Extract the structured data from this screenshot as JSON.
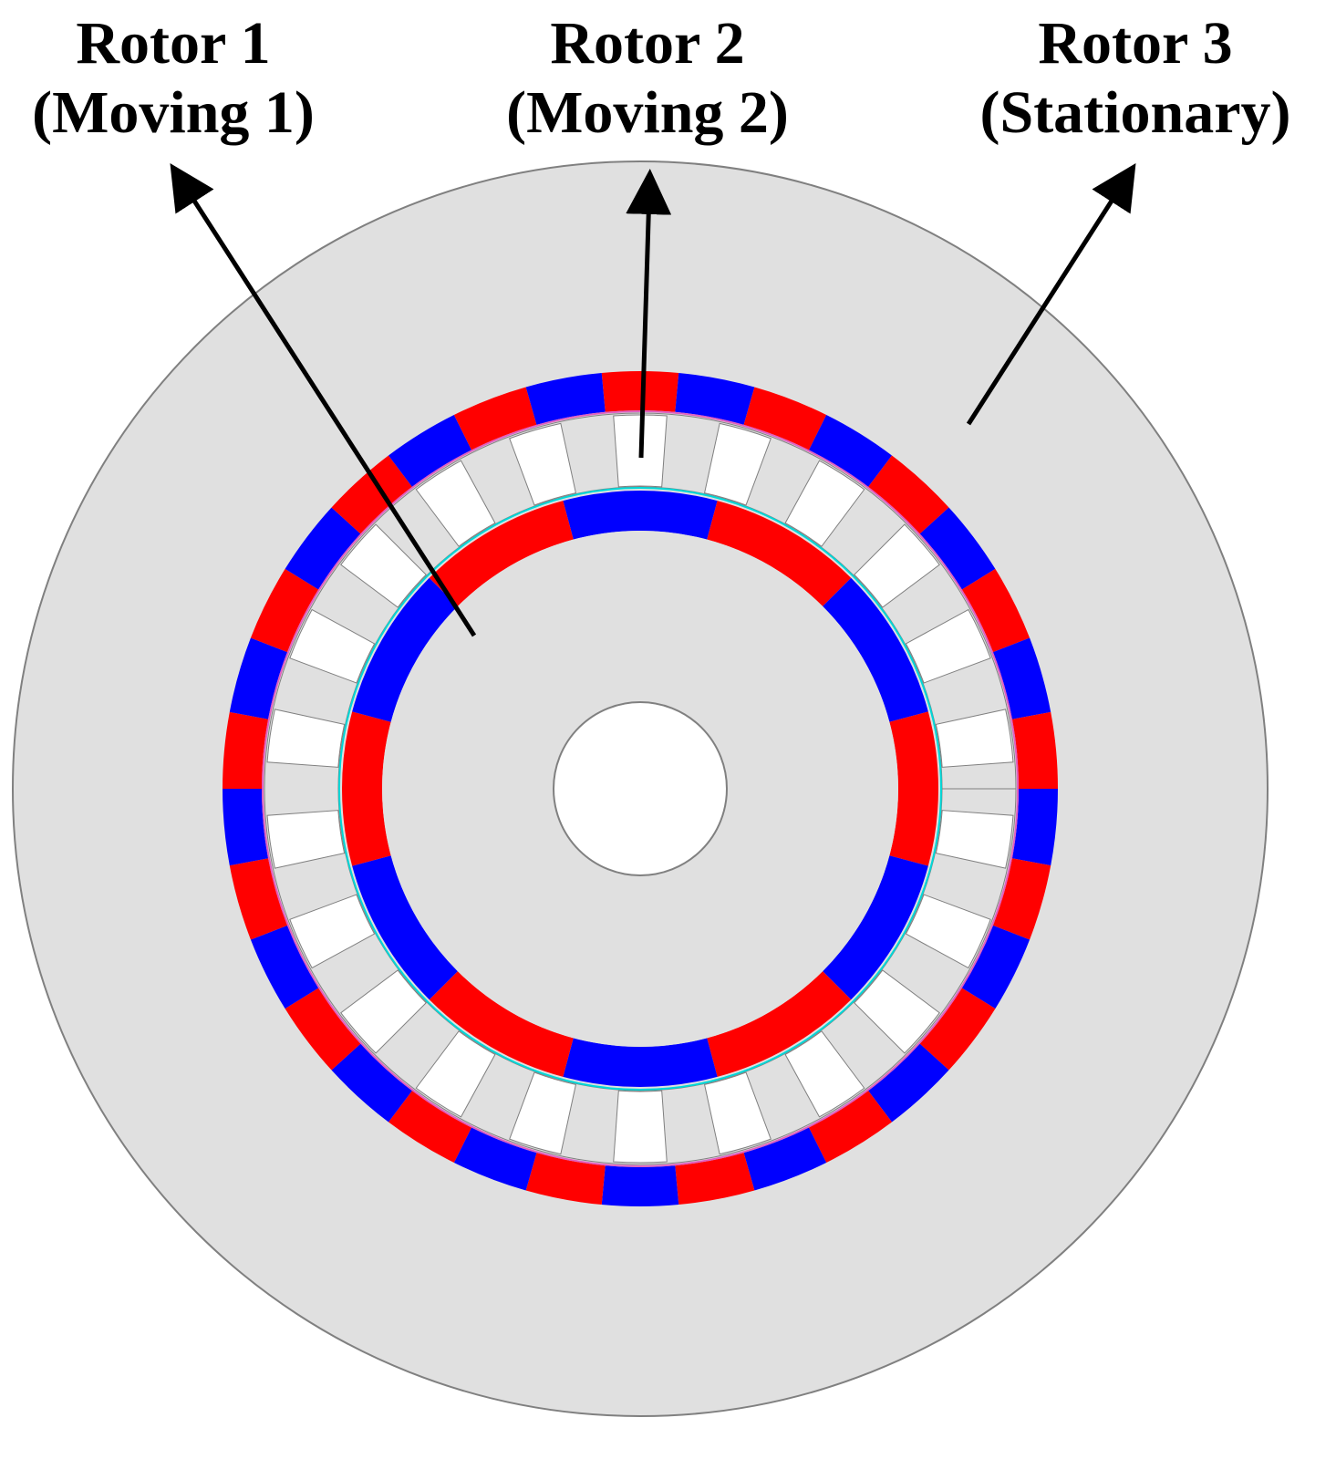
{
  "labels": {
    "rotor1": {
      "line1": "Rotor 1",
      "line2": "(Moving 1)"
    },
    "rotor2": {
      "line1": "Rotor 2",
      "line2": "(Moving 2)"
    },
    "rotor3": {
      "line1": "Rotor 3",
      "line2": "(Stationary)"
    }
  },
  "colors": {
    "background": "#ffffff",
    "rotor_iron": "#e0e0e0",
    "magnet_red": "#ff0000",
    "magnet_blue": "#0000ff",
    "pole_piece_white": "#ffffff",
    "outline": "#808080",
    "inner_gap": "#00d8d8",
    "outer_gap": "#e060c0",
    "arrow": "#000000"
  },
  "structure": {
    "outer_magnet_segments": 34,
    "pole_pieces": 22,
    "inner_magnet_segments": 12
  }
}
